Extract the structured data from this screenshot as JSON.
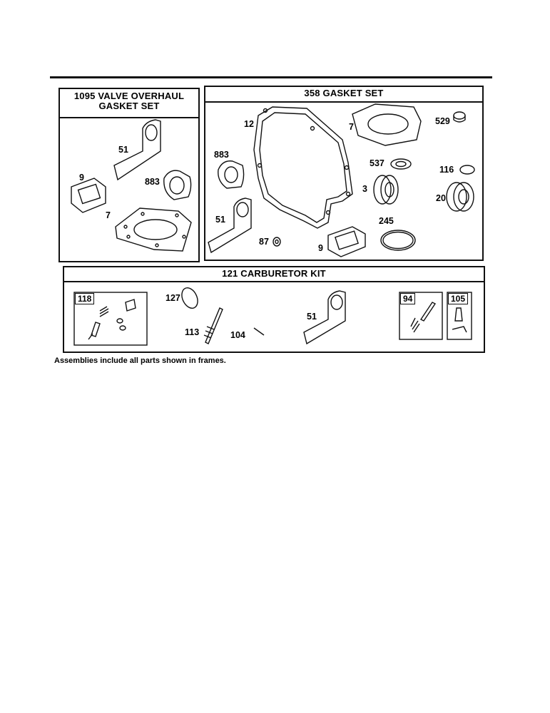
{
  "kits": {
    "valve_overhaul": {
      "title_line1": "1095 VALVE OVERHAUL",
      "title_line2": "GASKET SET",
      "labels": {
        "p51": "51",
        "p9": "9",
        "p883": "883",
        "p7": "7"
      }
    },
    "gasket_set": {
      "title": "358 GASKET SET",
      "labels": {
        "p12": "12",
        "p7": "7",
        "p529": "529",
        "p883": "883",
        "p537": "537",
        "p116": "116",
        "p3": "3",
        "p20": "20",
        "p51": "51",
        "p245": "245",
        "p87": "87",
        "p9": "9"
      }
    },
    "carburetor_kit": {
      "title": "121 CARBURETOR KIT",
      "labels": {
        "p118": "118",
        "p127": "127",
        "p113": "113",
        "p104": "104",
        "p51": "51",
        "p94": "94",
        "p105": "105"
      }
    }
  },
  "footnote": "Assemblies include all parts shown in frames."
}
